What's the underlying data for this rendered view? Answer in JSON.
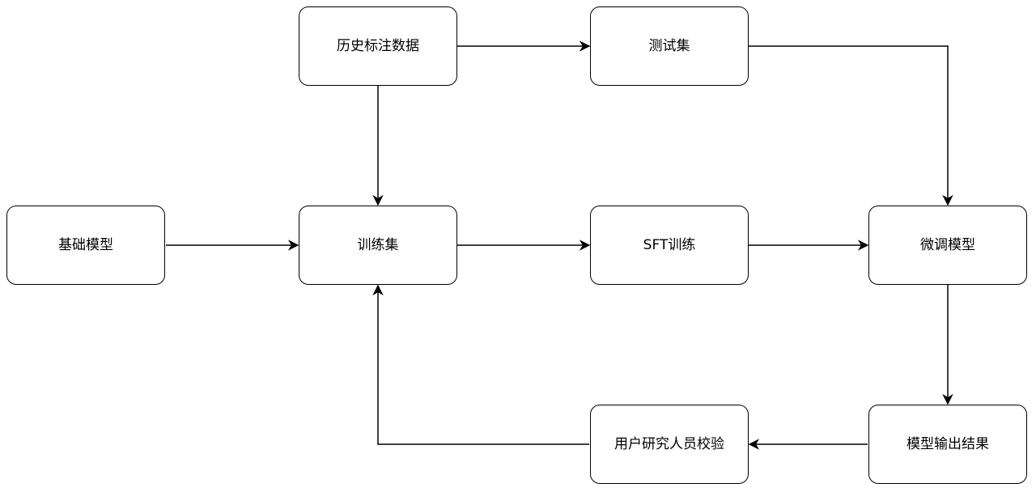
{
  "diagram": {
    "nodes": {
      "history_data": {
        "label": "历史标注数据"
      },
      "test_set": {
        "label": "测试集"
      },
      "base_model": {
        "label": "基础模型"
      },
      "train_set": {
        "label": "训练集"
      },
      "sft_training": {
        "label": "SFT训练"
      },
      "finetuned_model": {
        "label": "微调模型"
      },
      "user_validation": {
        "label": "用户研究人员校验"
      },
      "model_output": {
        "label": "模型输出结果"
      }
    },
    "edges": [
      {
        "from": "history_data",
        "to": "test_set"
      },
      {
        "from": "history_data",
        "to": "train_set"
      },
      {
        "from": "test_set",
        "to": "finetuned_model"
      },
      {
        "from": "base_model",
        "to": "train_set"
      },
      {
        "from": "train_set",
        "to": "sft_training"
      },
      {
        "from": "sft_training",
        "to": "finetuned_model"
      },
      {
        "from": "finetuned_model",
        "to": "model_output"
      },
      {
        "from": "model_output",
        "to": "user_validation"
      },
      {
        "from": "user_validation",
        "to": "train_set"
      }
    ],
    "colors": {
      "stroke": "#000000",
      "fill": "#ffffff",
      "text": "#000000"
    }
  }
}
